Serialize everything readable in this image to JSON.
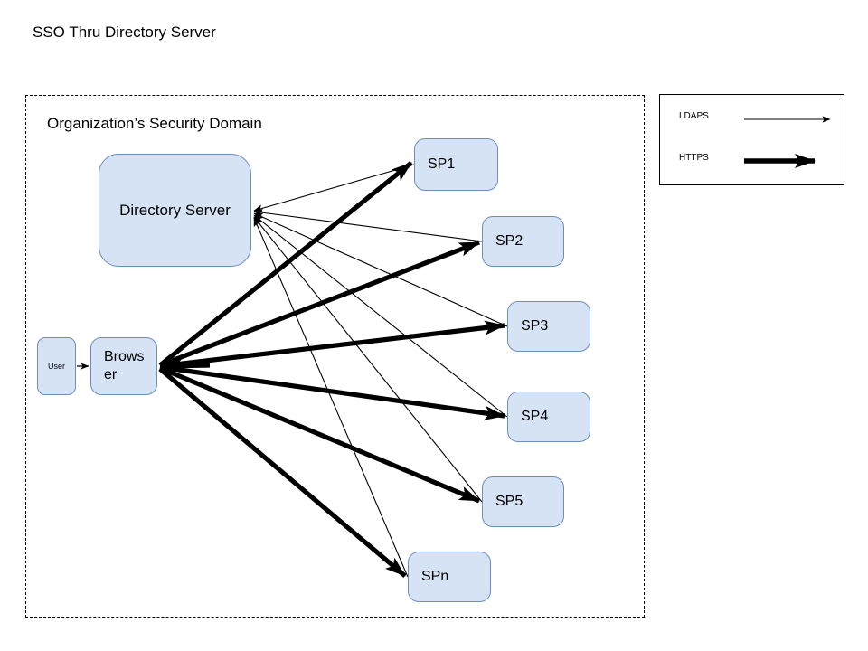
{
  "page": {
    "title": "SSO Thru Directory Server",
    "background": "#ffffff"
  },
  "domain": {
    "label": "Organization’s Security Domain",
    "border_style": "dashed",
    "border_color": "#000000"
  },
  "colors": {
    "node_fill": "#d5e3f4",
    "node_stroke": "#6c8ebf",
    "edge_color": "#000000",
    "text_color": "#000000"
  },
  "nodes": {
    "directory_server": {
      "label": "Directory Server"
    },
    "user": {
      "label": "User"
    },
    "browser": {
      "label": "Browser"
    },
    "sp1": {
      "label": "SP1"
    },
    "sp2": {
      "label": "SP2"
    },
    "sp3": {
      "label": "SP3"
    },
    "sp4": {
      "label": "SP4"
    },
    "sp5": {
      "label": "SP5"
    },
    "spn": {
      "label": "SPn"
    }
  },
  "legend": {
    "items": [
      {
        "label": "LDAPS",
        "style": "thin-arrow"
      },
      {
        "label": "HTTPS",
        "style": "thick-arrow"
      }
    ]
  },
  "edges": [
    {
      "from": "user",
      "to": "browser",
      "protocol": ""
    },
    {
      "from": "sp1",
      "to": "directory_server",
      "protocol": "LDAPS"
    },
    {
      "from": "sp2",
      "to": "directory_server",
      "protocol": "LDAPS"
    },
    {
      "from": "sp3",
      "to": "directory_server",
      "protocol": "LDAPS"
    },
    {
      "from": "sp4",
      "to": "directory_server",
      "protocol": "LDAPS"
    },
    {
      "from": "sp5",
      "to": "directory_server",
      "protocol": "LDAPS"
    },
    {
      "from": "spn",
      "to": "directory_server",
      "protocol": "LDAPS"
    },
    {
      "from": "browser",
      "to": "sp1",
      "protocol": "HTTPS"
    },
    {
      "from": "browser",
      "to": "sp2",
      "protocol": "HTTPS"
    },
    {
      "from": "browser",
      "to": "sp3",
      "protocol": "HTTPS"
    },
    {
      "from": "browser",
      "to": "sp4",
      "protocol": "HTTPS"
    },
    {
      "from": "browser",
      "to": "sp5",
      "protocol": "HTTPS"
    },
    {
      "from": "browser",
      "to": "spn",
      "protocol": "HTTPS"
    }
  ]
}
